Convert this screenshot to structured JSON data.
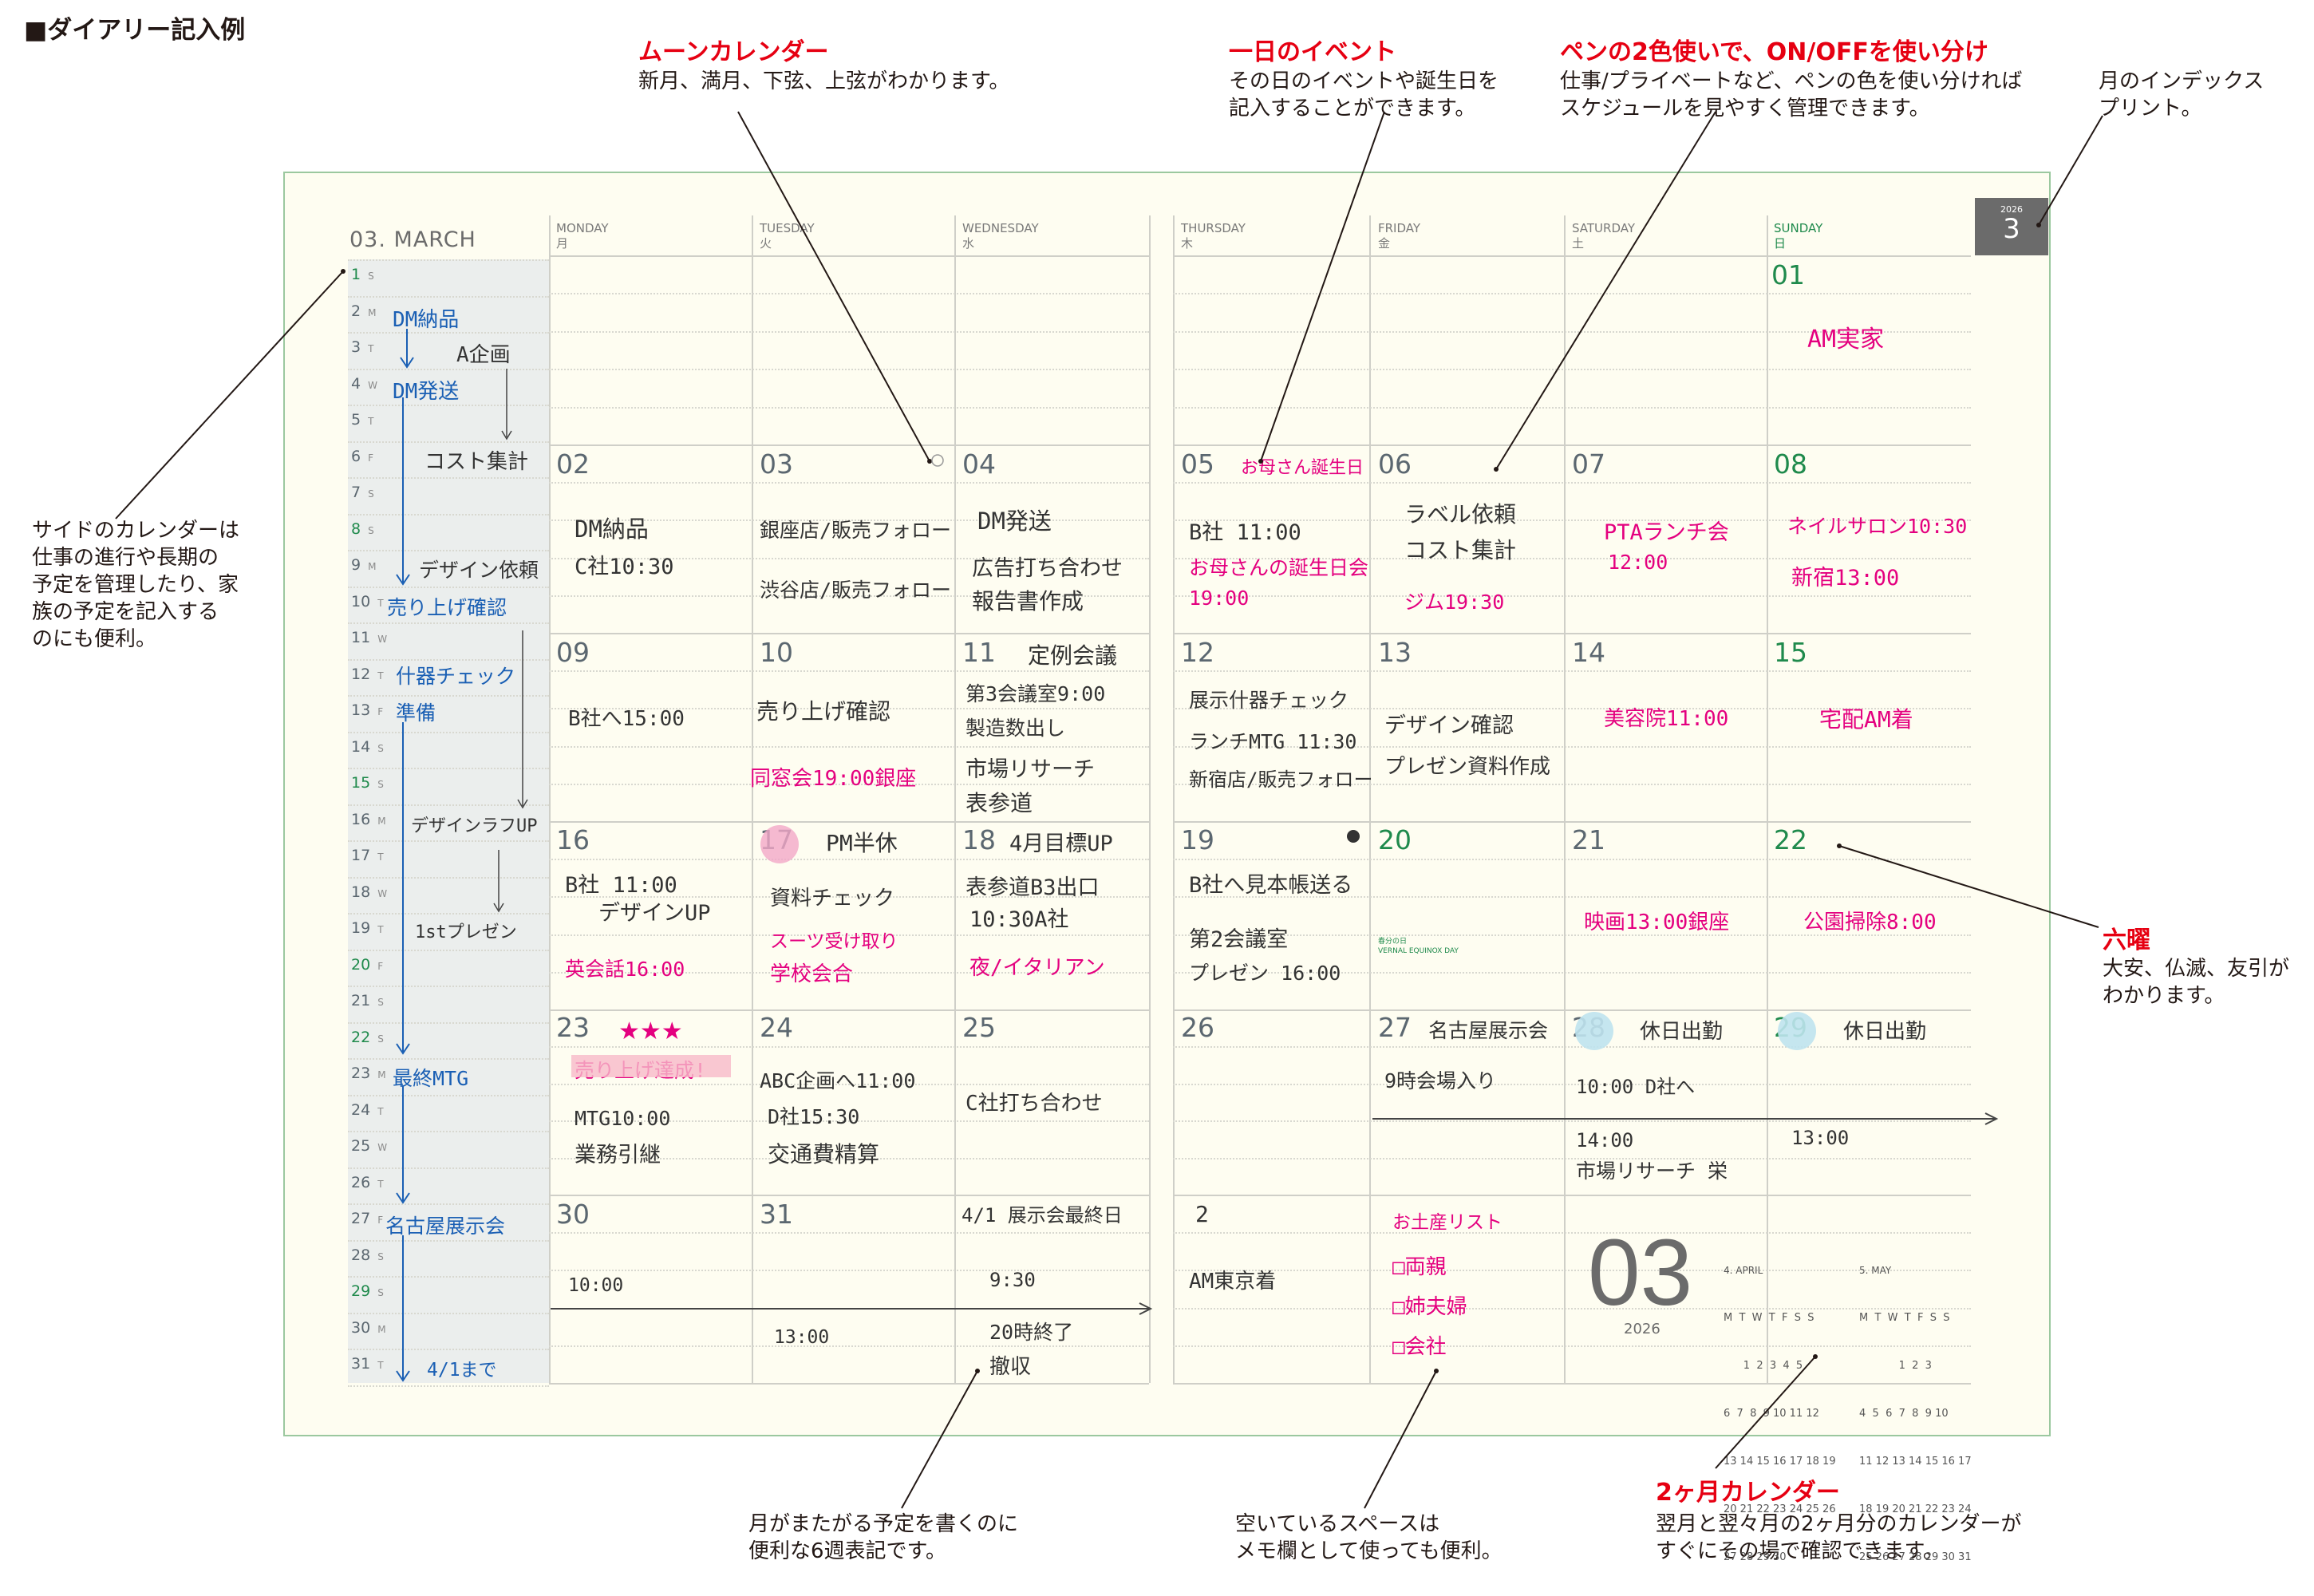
{
  "header": {
    "title": "■ダイアリー記入例"
  },
  "annotations": {
    "moon": {
      "title": "ムーンカレンダー",
      "text": "新月、満月、下弦、上弦がわかります。"
    },
    "event": {
      "title": "一日のイベント",
      "text": "その日のイベントや誕生日を\n記入することができます。"
    },
    "pen": {
      "title": "ペンの2色使いで、ON/OFFを使い分け",
      "text": "仕事/プライベートなど、ペンの色を使い分ければ\nスケジュールを見やすく管理できます。"
    },
    "index": {
      "text": "月のインデックス\nプリント。"
    },
    "side": {
      "text": "サイドのカレンダーは\n仕事の進行や長期の\n予定を管理したり、家\n族の予定を記入する\nのにも便利。"
    },
    "rokuyo": {
      "title": "六曜",
      "text": "大安、仏滅、友引が\nわかります。"
    },
    "sixweek": {
      "text": "月がまたがる予定を書くのに\n便利な6週表記です。"
    },
    "memo": {
      "text": "空いているスペースは\nメモ欄として使っても便利。"
    },
    "twomonth": {
      "title": "2ヶ月カレンダー",
      "text": "翌月と翌々月の2ヶ月分のカレンダーが\nすぐにその場で確認できます。"
    }
  },
  "diary": {
    "month_label": "03. MARCH",
    "index_tab": {
      "year": "2026",
      "month": "3"
    },
    "weekdays": [
      {
        "en": "MONDAY",
        "jp": "月"
      },
      {
        "en": "TUESDAY",
        "jp": "火"
      },
      {
        "en": "WEDNESDAY",
        "jp": "水"
      },
      {
        "en": "THURSDAY",
        "jp": "木"
      },
      {
        "en": "FRIDAY",
        "jp": "金"
      },
      {
        "en": "SATURDAY",
        "jp": "土"
      },
      {
        "en": "SUNDAY",
        "jp": "日"
      }
    ],
    "side_days": [
      {
        "d": "1",
        "w": "S"
      },
      {
        "d": "2",
        "w": "M"
      },
      {
        "d": "3",
        "w": "T"
      },
      {
        "d": "4",
        "w": "W"
      },
      {
        "d": "5",
        "w": "T"
      },
      {
        "d": "6",
        "w": "F"
      },
      {
        "d": "7",
        "w": "S"
      },
      {
        "d": "8",
        "w": "S"
      },
      {
        "d": "9",
        "w": "M"
      },
      {
        "d": "10",
        "w": "T"
      },
      {
        "d": "11",
        "w": "W"
      },
      {
        "d": "12",
        "w": "T"
      },
      {
        "d": "13",
        "w": "F"
      },
      {
        "d": "14",
        "w": "S"
      },
      {
        "d": "15",
        "w": "S"
      },
      {
        "d": "16",
        "w": "M"
      },
      {
        "d": "17",
        "w": "T"
      },
      {
        "d": "18",
        "w": "W"
      },
      {
        "d": "19",
        "w": "T"
      },
      {
        "d": "20",
        "w": "F"
      },
      {
        "d": "21",
        "w": "S"
      },
      {
        "d": "22",
        "w": "S"
      },
      {
        "d": "23",
        "w": "M"
      },
      {
        "d": "24",
        "w": "T"
      },
      {
        "d": "25",
        "w": "W"
      },
      {
        "d": "26",
        "w": "T"
      },
      {
        "d": "27",
        "w": "F"
      },
      {
        "d": "28",
        "w": "S"
      },
      {
        "d": "29",
        "w": "S"
      },
      {
        "d": "30",
        "w": "M"
      },
      {
        "d": "31",
        "w": "T"
      }
    ],
    "side_notes": [
      "DM納品",
      "A企画",
      "DM発送",
      "コスト集計",
      "デザイン依頼",
      "売り上げ確認",
      "什器チェック",
      "準備",
      "デザインラフUP",
      "1stプレゼン",
      "最終MTG",
      "名古屋展示会",
      "4/1まで"
    ],
    "vernal": {
      "jp": "春分の日",
      "en": "VERNAL EQUINOX DAY"
    },
    "big_month": "03",
    "big_year": "2026",
    "mini_cal": [
      {
        "title": "4. APRIL",
        "head": "M  T  W  T  F  S  S",
        "rows": [
          "      1  2  3  4  5",
          "6  7  8  9 10 11 12",
          "13 14 15 16 17 18 19",
          "20 21 22 23 24 25 26",
          "27 28 29 30"
        ]
      },
      {
        "title": "5. MAY",
        "head": "M  T  W  T  F  S  S",
        "rows": [
          "            1  2  3",
          "4  5  6  7  8  9 10",
          "11 12 13 14 15 16 17",
          "18 19 20 21 22 23 24",
          "25 26 27 28 29 30 31"
        ]
      }
    ]
  }
}
